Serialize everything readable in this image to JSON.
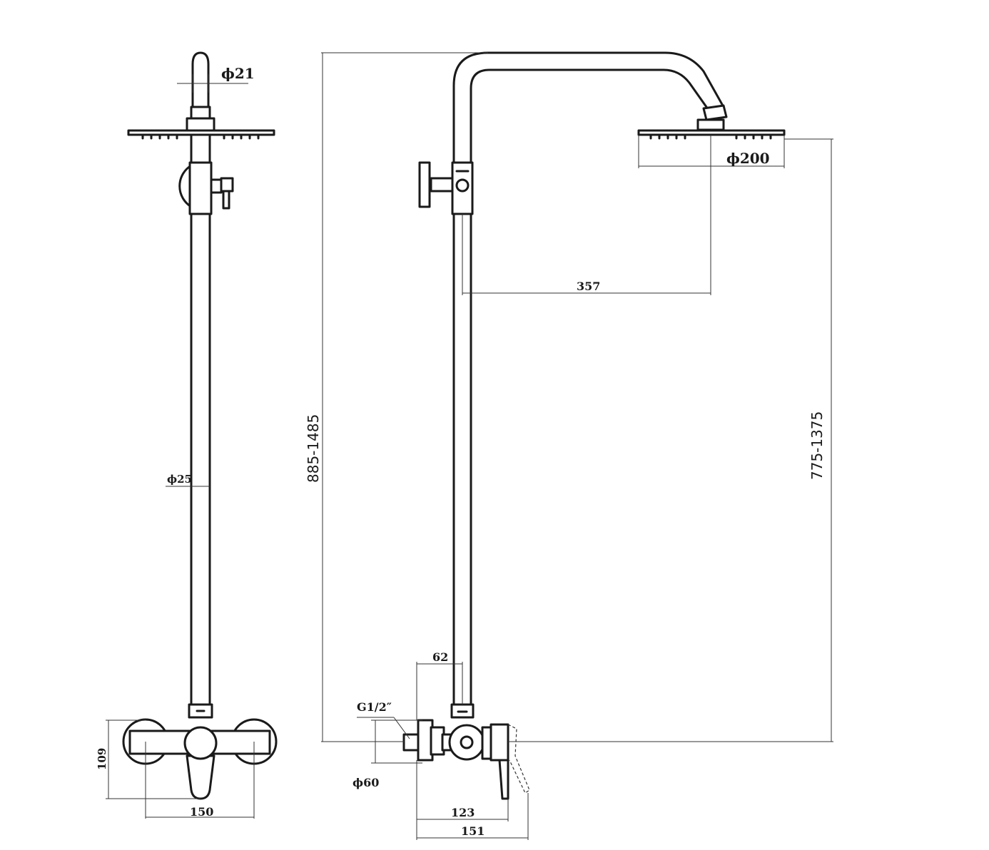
{
  "dimensions": {
    "arm_diameter": "ϕ21",
    "head_diameter": "ϕ200",
    "pipe_diameter": "ϕ25",
    "arm_reach": "357",
    "total_height": "885-1485",
    "head_height": "775-1375",
    "offset_62": "62",
    "thread": "G1/2″",
    "body_diameter": "ϕ60",
    "mixer_height": "109",
    "mixer_width": "150",
    "depth_123": "123",
    "depth_151": "151"
  }
}
